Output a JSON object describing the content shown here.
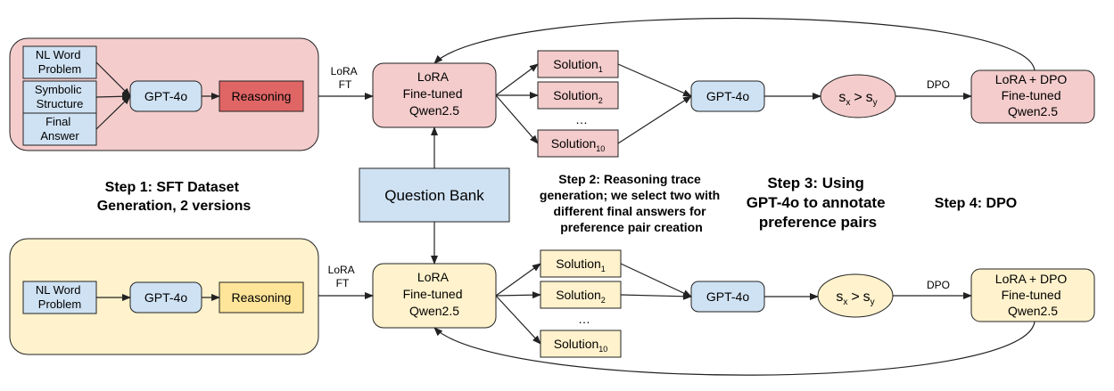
{
  "colors": {
    "pink_region": "#f4cccc",
    "yellow_region": "#fff2cc",
    "blue_box": "#cfe2f3",
    "pink_box": "#f4cccc",
    "red_box": "#e06666",
    "yellow_box": "#ffe599",
    "yellow_box_light": "#fff2cc",
    "stroke": "#222222"
  },
  "top": {
    "inputs": [
      "NL Word Problem",
      "Symbolic Structure",
      "Final Answer"
    ],
    "input_lines": [
      [
        "NL Word",
        "Problem"
      ],
      [
        "Symbolic",
        "Structure"
      ],
      [
        "Final",
        "Answer"
      ]
    ],
    "gpt": "GPT-4o",
    "reasoning": "Reasoning",
    "lora_ft": [
      "LoRA",
      "FT"
    ],
    "model": [
      "LoRA",
      "Fine-tuned",
      "Qwen2.5"
    ],
    "solutions": [
      {
        "base": "Solution",
        "sub": "1"
      },
      {
        "base": "Solution",
        "sub": "2"
      },
      {
        "base": "Solution",
        "sub": "10"
      }
    ],
    "ellipsis": "…",
    "gpt_annotator": "GPT-4o",
    "pref": {
      "s": "s",
      "x": "x",
      "gt": ">",
      "y": "y"
    },
    "dpo": "DPO",
    "final_model": [
      "LoRA + DPO",
      "Fine-tuned",
      "Qwen2.5"
    ]
  },
  "bottom": {
    "inputs": [
      "NL Word Problem"
    ],
    "input_lines": [
      [
        "NL Word",
        "Problem"
      ]
    ],
    "gpt": "GPT-4o",
    "reasoning": "Reasoning",
    "lora_ft": [
      "LoRA",
      "FT"
    ],
    "model": [
      "LoRA",
      "Fine-tuned",
      "Qwen2.5"
    ],
    "solutions": [
      {
        "base": "Solution",
        "sub": "1"
      },
      {
        "base": "Solution",
        "sub": "2"
      },
      {
        "base": "Solution",
        "sub": "10"
      }
    ],
    "ellipsis": "…",
    "gpt_annotator": "GPT-4o",
    "pref": {
      "s": "s",
      "x": "x",
      "gt": ">",
      "y": "y"
    },
    "dpo": "DPO",
    "final_model": [
      "LoRA + DPO",
      "Fine-tuned",
      "Qwen2.5"
    ]
  },
  "question_bank": "Question Bank",
  "steps": {
    "step1": [
      "Step 1: SFT Dataset",
      "Generation, 2 versions"
    ],
    "step2": [
      "Step 2: Reasoning trace",
      "generation; we select two with",
      "different final answers for",
      "preference pair creation"
    ],
    "step3": [
      "Step 3: Using",
      "GPT-4o to annotate",
      "preference pairs"
    ],
    "step4": [
      "Step 4: DPO"
    ]
  }
}
